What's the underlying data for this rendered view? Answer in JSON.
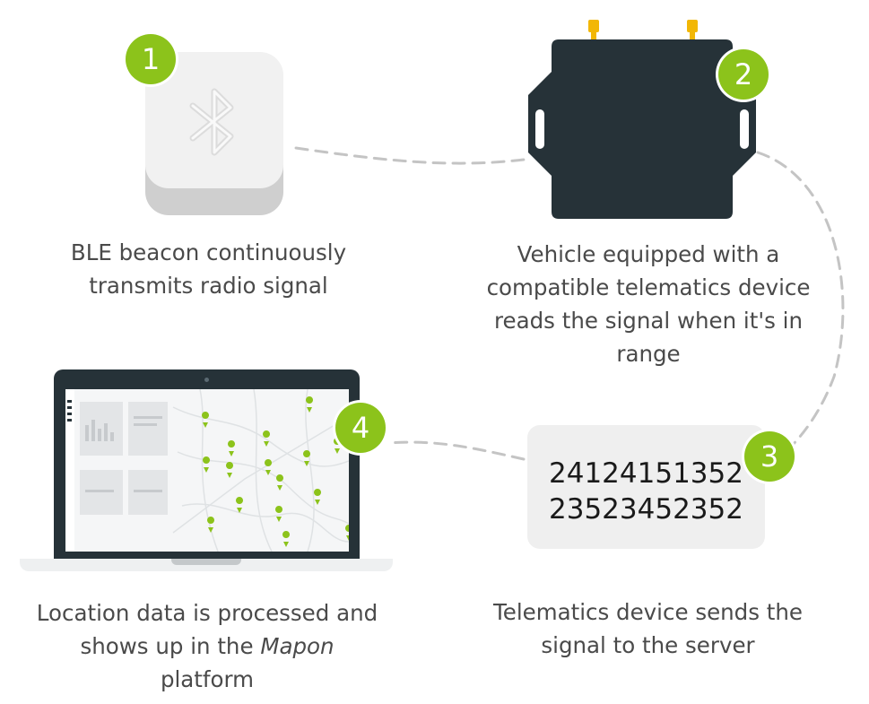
{
  "steps": [
    {
      "number": "1",
      "caption_lines": [
        "BLE beacon continuously",
        "transmits radio signal"
      ]
    },
    {
      "number": "2",
      "caption_lines": [
        "Vehicle equipped with a",
        "compatible telematics device",
        "reads the signal when it's in",
        "range"
      ]
    },
    {
      "number": "3",
      "caption_lines": [
        "Telematics device sends the",
        "signal to the server"
      ]
    },
    {
      "number": "4",
      "caption_before": "Location data is processed and",
      "caption_mid_prefix": "shows up in the ",
      "caption_brand": "Mapon",
      "caption_last": "platform"
    }
  ],
  "server_numbers": [
    "24124151352",
    "23523452352"
  ],
  "colors": {
    "accent": "#8cc31b",
    "caption_text": "#4a4a4a",
    "device_body": "#263238",
    "antenna": "#f2b705",
    "beacon_face": "#f1f1f1",
    "beacon_side": "#cfcfcf",
    "server_box": "#efefef",
    "connector": "#c4c4c4"
  },
  "icons": {
    "beacon": "bluetooth-icon",
    "map_pin": "map-pin-icon"
  }
}
